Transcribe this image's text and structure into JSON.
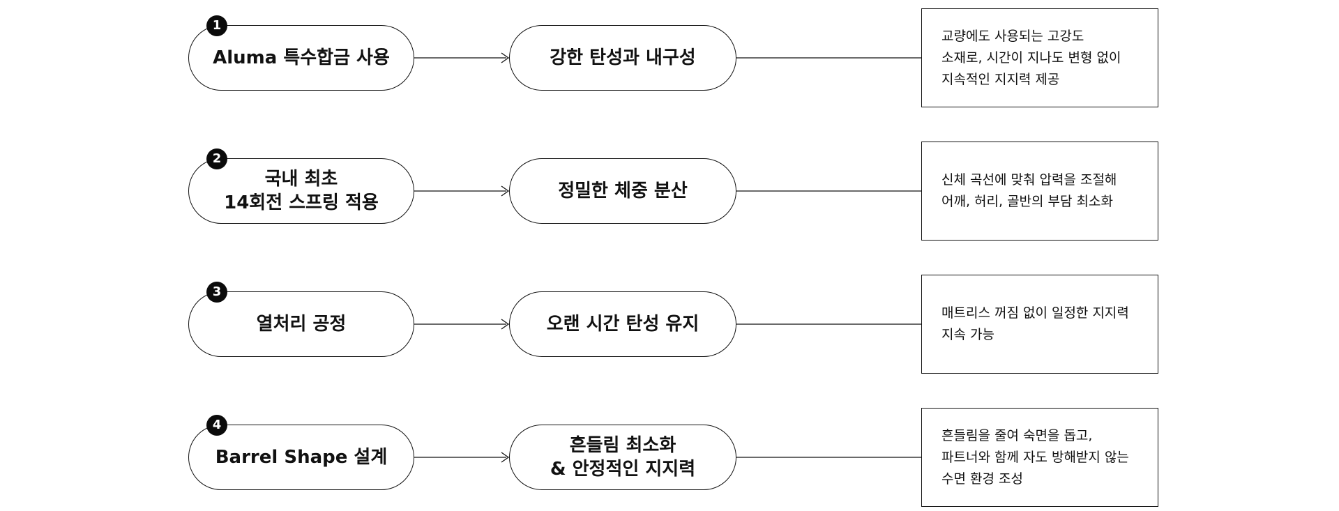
{
  "rows": [
    {
      "number": "1",
      "feature": "Aluma 특수합금 사용",
      "benefit": "강한 탄성과 내구성",
      "description": "교량에도 사용되는 고강도\n소재로, 시간이 지나도 변형 없이\n지속적인 지지력 제공"
    },
    {
      "number": "2",
      "feature": "국내 최초\n14회전 스프링 적용",
      "benefit": "정밀한 체중 분산",
      "description": "신체 곡선에 맞춰 압력을 조절해\n어깨, 허리, 골반의 부담 최소화"
    },
    {
      "number": "3",
      "feature": "열처리 공정",
      "benefit": "오랜 시간 탄성 유지",
      "description": "매트리스 꺼짐 없이 일정한 지지력\n지속 가능"
    },
    {
      "number": "4",
      "feature": "Barrel Shape 설계",
      "benefit": "흔들림 최소화\n& 안정적인 지지력",
      "description": "흔들림을 줄여 숙면을 돕고,\n파트너와 함께 자도 방해받지 않는\n수면 환경 조성"
    }
  ]
}
